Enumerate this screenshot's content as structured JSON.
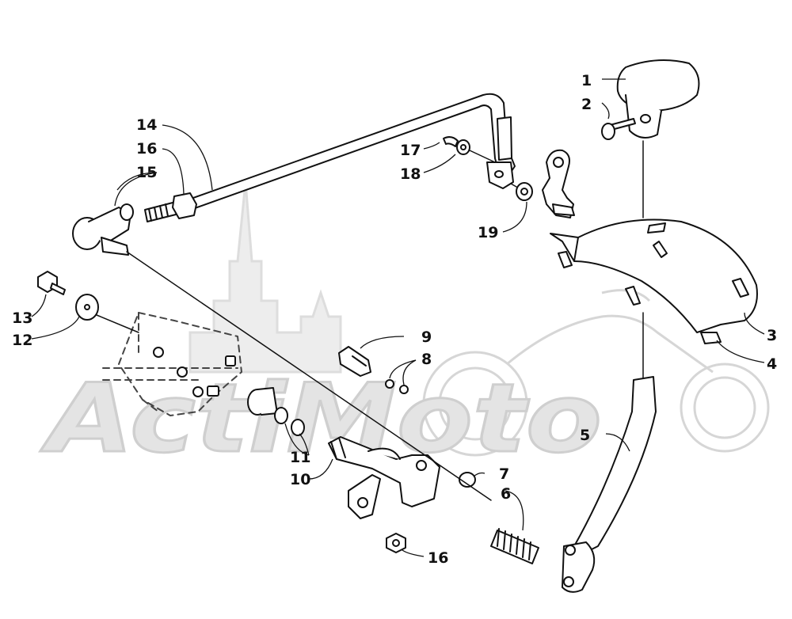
{
  "watermark": {
    "text": "ActiMoto",
    "color": "#d9d9d9"
  },
  "callouts": [
    {
      "id": "c1",
      "label": "1"
    },
    {
      "id": "c2",
      "label": "2"
    },
    {
      "id": "c3",
      "label": "3"
    },
    {
      "id": "c4",
      "label": "4"
    },
    {
      "id": "c5",
      "label": "5"
    },
    {
      "id": "c6",
      "label": "6"
    },
    {
      "id": "c7",
      "label": "7"
    },
    {
      "id": "c8",
      "label": "8"
    },
    {
      "id": "c9",
      "label": "9"
    },
    {
      "id": "c10",
      "label": "10"
    },
    {
      "id": "c11",
      "label": "11"
    },
    {
      "id": "c12",
      "label": "12"
    },
    {
      "id": "c13",
      "label": "13"
    },
    {
      "id": "c14",
      "label": "14"
    },
    {
      "id": "c15",
      "label": "15"
    },
    {
      "id": "c16a",
      "label": "16"
    },
    {
      "id": "c16b",
      "label": "16"
    },
    {
      "id": "c17",
      "label": "17"
    },
    {
      "id": "c18",
      "label": "18"
    },
    {
      "id": "c19",
      "label": "19"
    }
  ],
  "colors": {
    "line": "#111111",
    "watermark": "#d9d9d9",
    "background": "#ffffff"
  }
}
